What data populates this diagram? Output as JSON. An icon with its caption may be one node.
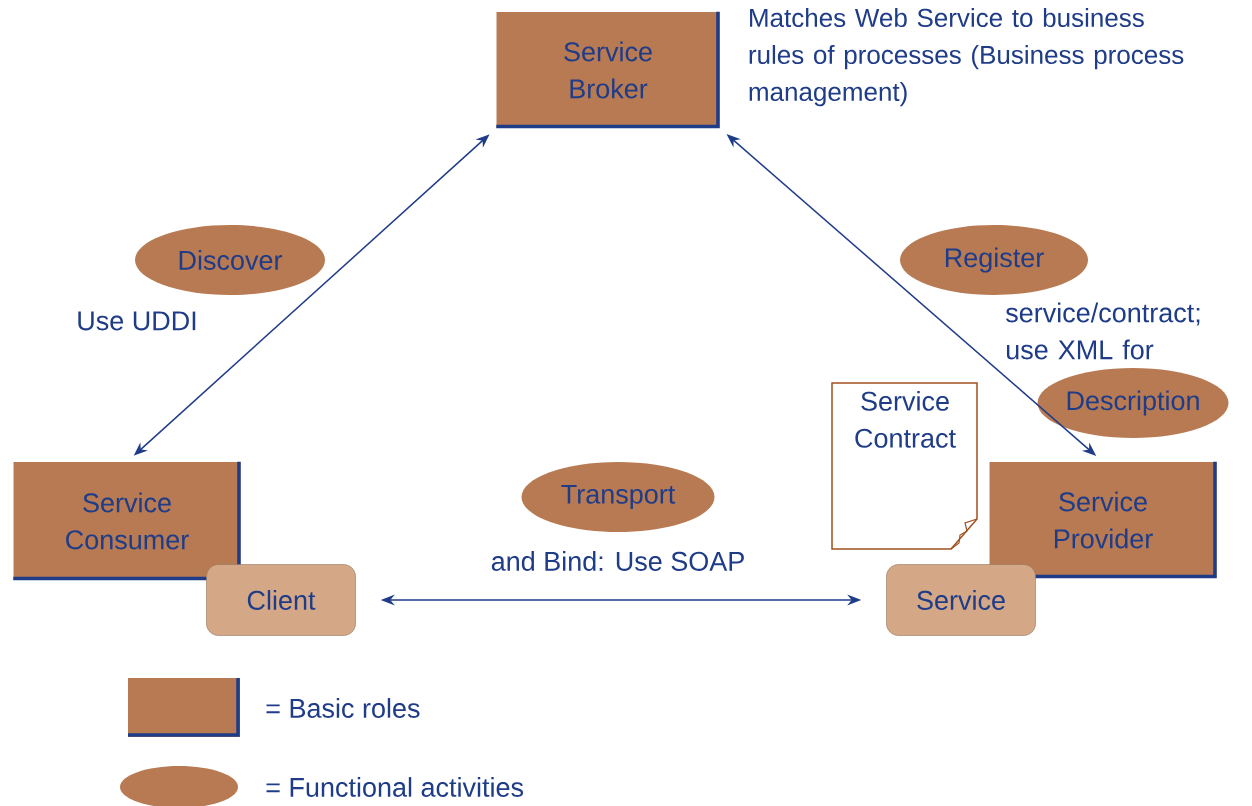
{
  "diagram": {
    "nodes": [
      {
        "text": [
          "Service Broker"
        ],
        "beside": [
          "Matches Web Service to business rules of processes (Business process management)"
        ]
      },
      {
        "text": [
          "Service Consumer"
        ]
      },
      {
        "text": [
          "Client"
        ]
      },
      {
        "text": [
          "Service Provider"
        ]
      },
      {
        "text": [
          "Service"
        ]
      },
      {
        "text": [
          "Service Contract"
        ]
      },
      {
        "text": [
          "Discover"
        ]
      },
      {
        "text": [
          "Register"
        ]
      },
      {
        "text": [
          "Description"
        ]
      },
      {
        "text": [
          "Transport"
        ]
      }
    ],
    "edges": [
      {
        "from": 0,
        "to": 1,
        "arrow": "both"
      },
      {
        "from": 0,
        "to": 3,
        "arrow": "both"
      },
      {
        "from": 2,
        "to": 4,
        "arrow": "both"
      }
    ],
    "labels": [
      "Use UDDI",
      "service/contract; use XML for",
      "and Bind: Use SOAP"
    ],
    "legend": [
      {
        "text": "= Basic roles",
        "color": "#b87a52"
      },
      {
        "text": "= Functional activities",
        "color": "#b87a52"
      }
    ]
  }
}
